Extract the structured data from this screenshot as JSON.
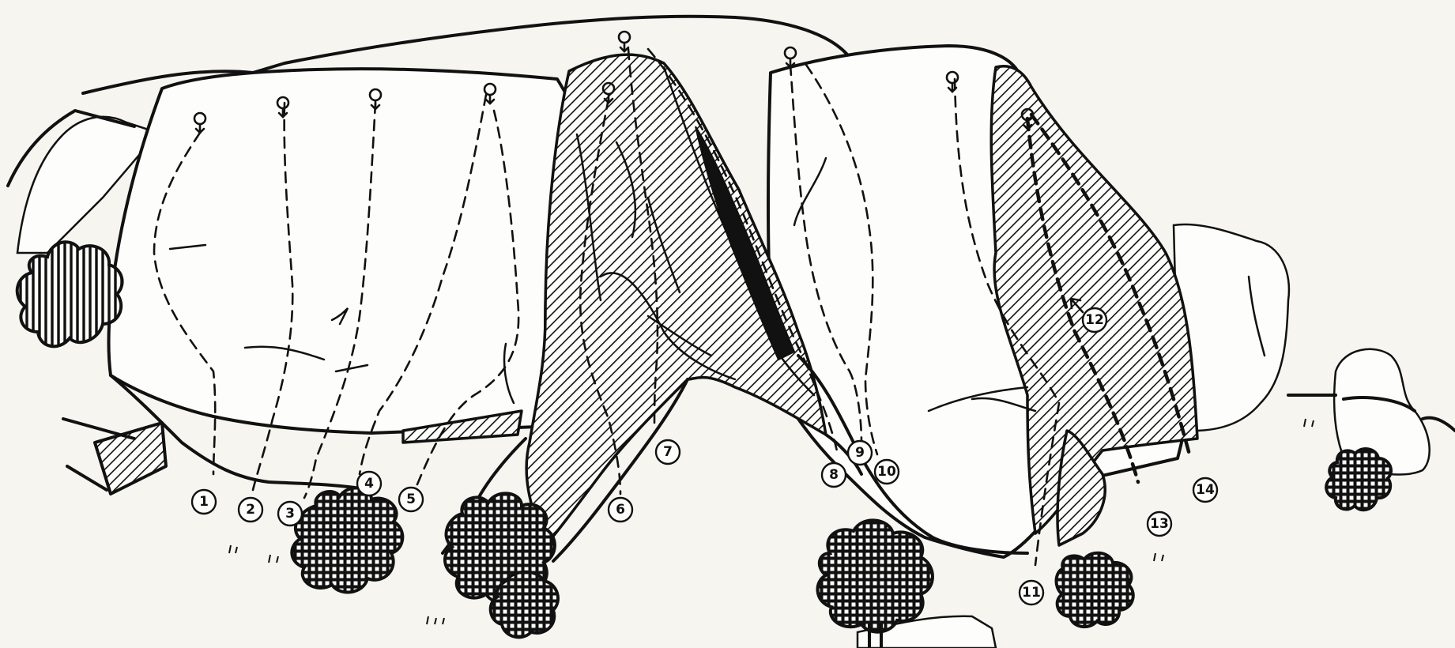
{
  "topo": {
    "routes": [
      {
        "number": "1"
      },
      {
        "number": "2"
      },
      {
        "number": "3"
      },
      {
        "number": "4"
      },
      {
        "number": "5"
      },
      {
        "number": "6"
      },
      {
        "number": "7"
      },
      {
        "number": "8"
      },
      {
        "number": "9"
      },
      {
        "number": "10"
      },
      {
        "number": "11"
      },
      {
        "number": "12"
      },
      {
        "number": "13"
      },
      {
        "number": "14"
      }
    ],
    "colors": {
      "ink": "#111111",
      "paper": "#fdfdfb",
      "background": "#f6f5f0"
    }
  }
}
